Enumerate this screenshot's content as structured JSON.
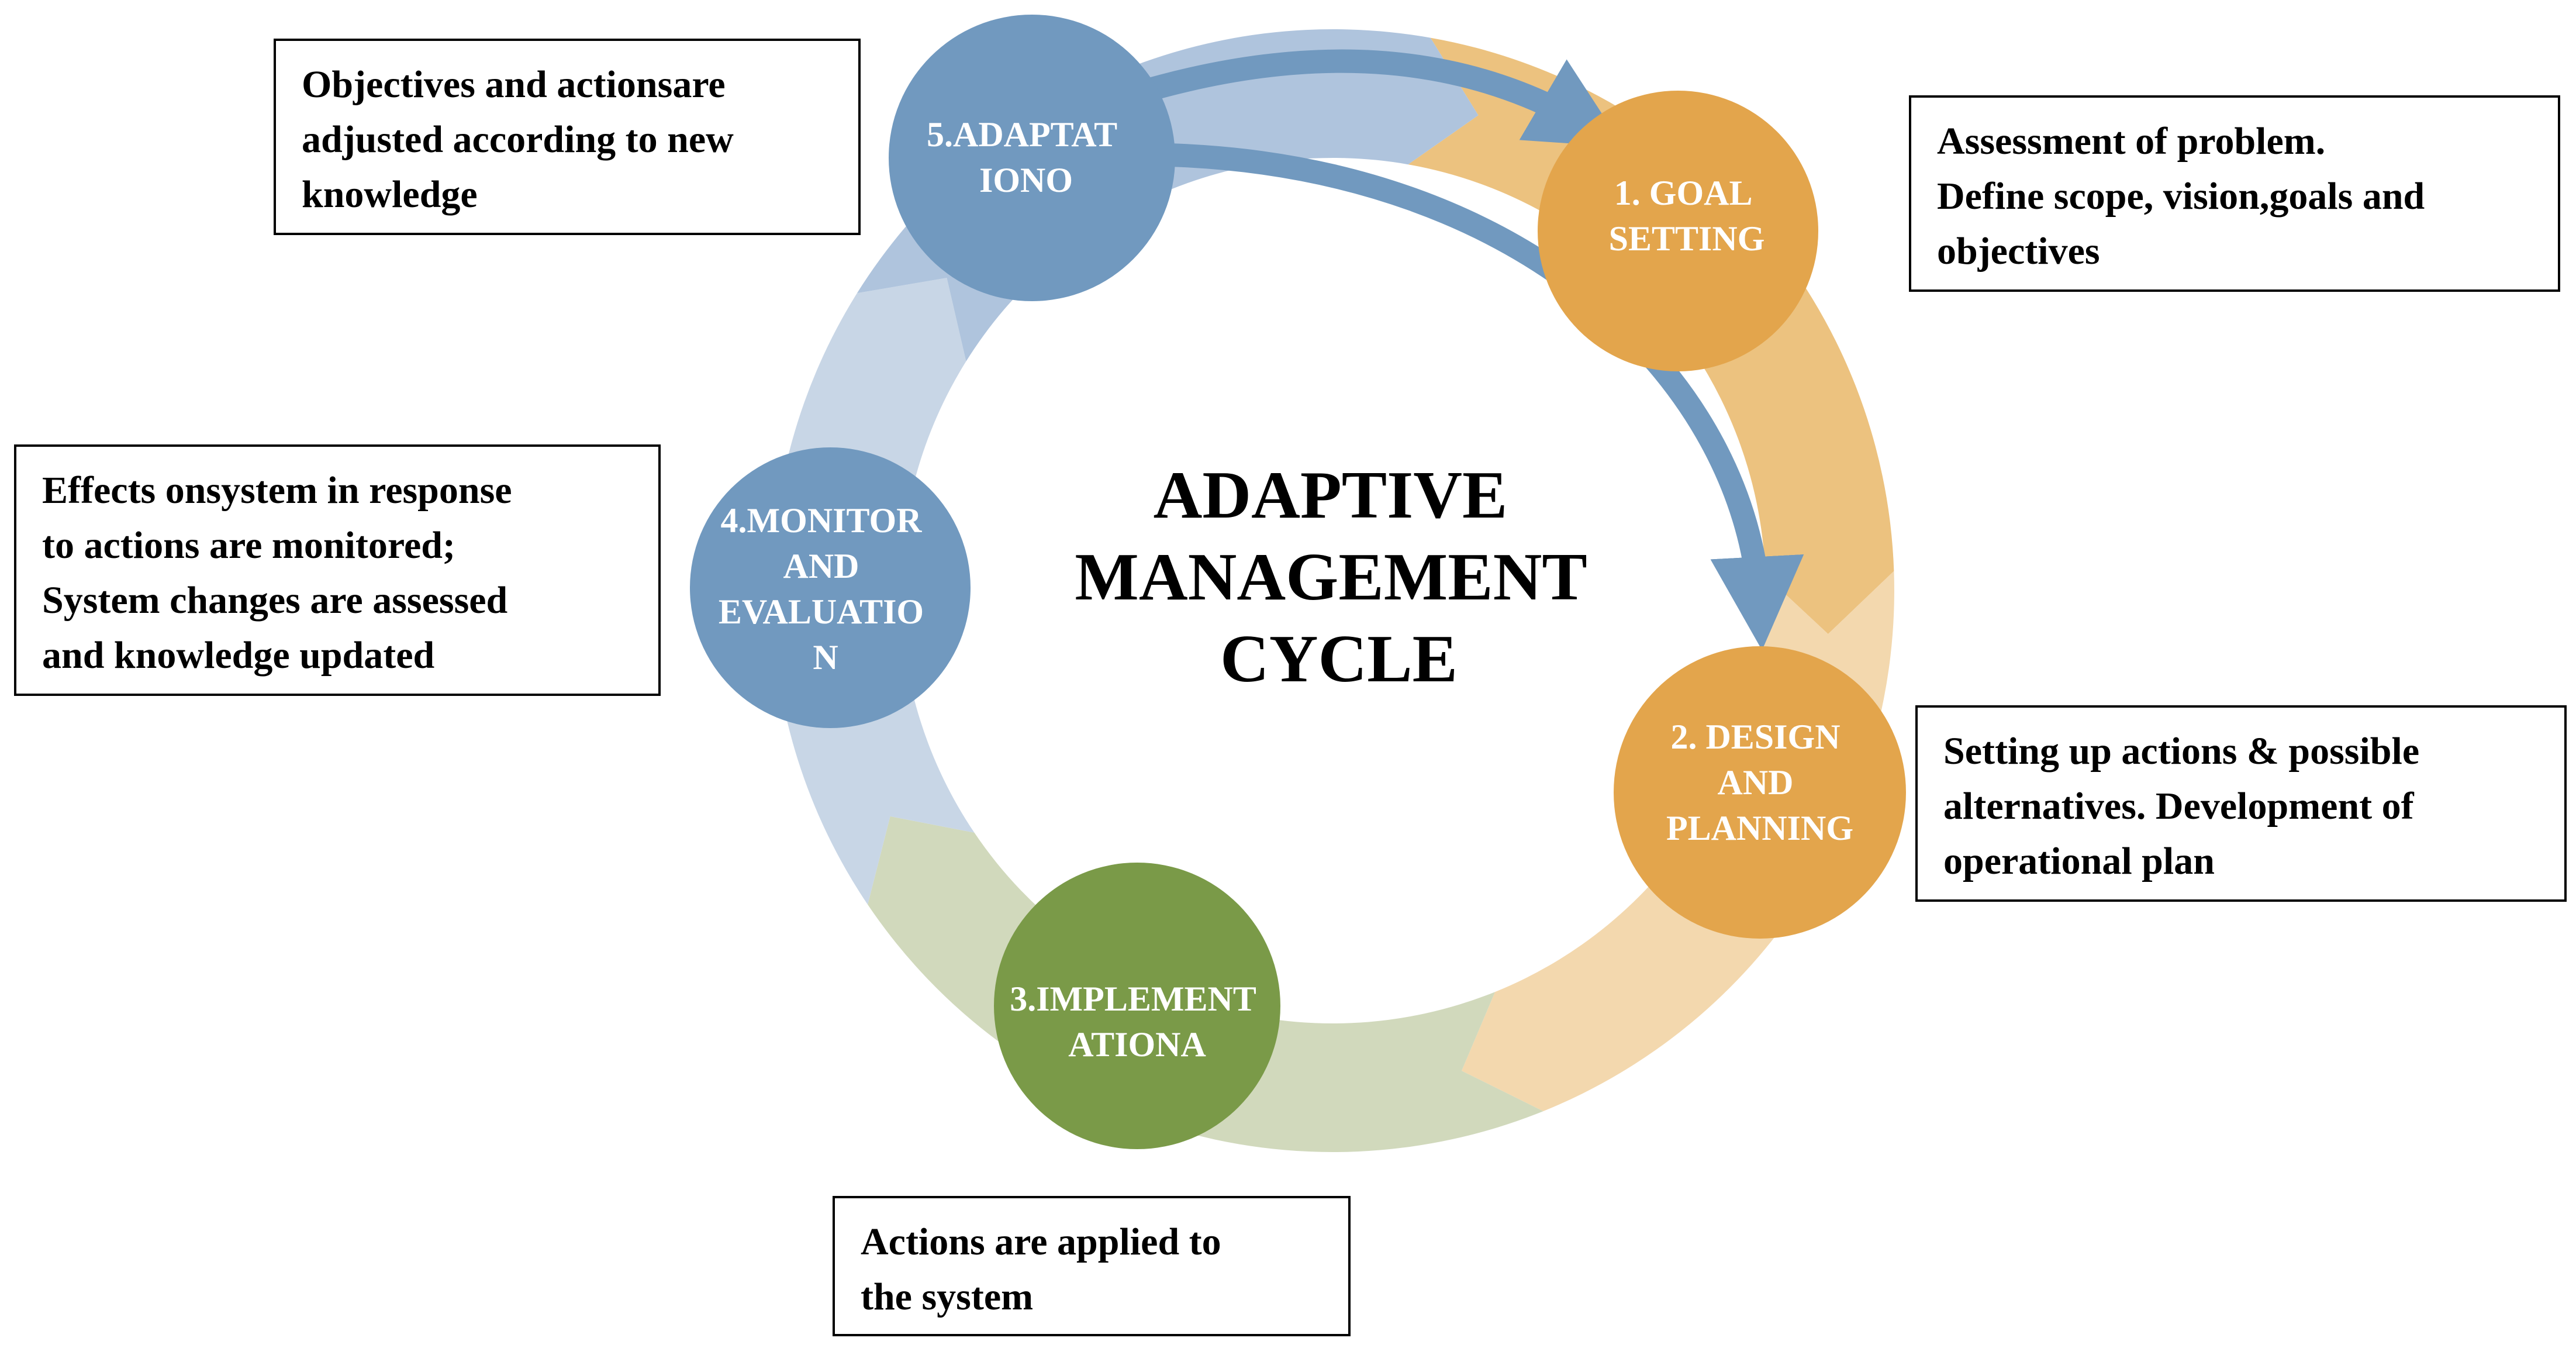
{
  "title": {
    "lines": [
      "ADAPTIVE",
      "MANAGEMENT",
      "CYCLE"
    ]
  },
  "stages": [
    {
      "id": "goal-setting",
      "label_lines": [
        "1. GOAL",
        "SETTING"
      ],
      "color": "#E3A54C",
      "arc_color": "#ECC27F",
      "description_lines": [
        "Assessment of problem.",
        "Define scope, vision,goals and",
        "objectives"
      ]
    },
    {
      "id": "design-planning",
      "label_lines": [
        "2. DESIGN",
        "AND",
        "PLANNING"
      ],
      "color": "#E3A54C",
      "arc_color": "#F3D8AE",
      "description_lines": [
        "Setting up actions & possible",
        "alternatives. Development of",
        "operational plan"
      ]
    },
    {
      "id": "implementation",
      "label_lines": [
        "3.IMPLEMENT",
        "ATIONA"
      ],
      "color": "#7A9A48",
      "arc_color": "#D1D9BC",
      "description_lines": [
        "Actions are applied to",
        "the system"
      ]
    },
    {
      "id": "monitor-evaluation",
      "label_lines": [
        "4.MONITOR",
        "AND",
        "EVALUATIO",
        "N"
      ],
      "color": "#7199BF",
      "arc_color": "#C8D6E6",
      "description_lines": [
        "Effects onsystem in response",
        "to actions are monitored;",
        "System changes are assessed",
        "and knowledge updated"
      ]
    },
    {
      "id": "adaptation",
      "label_lines": [
        "5.ADAPTAT",
        "IONO"
      ],
      "color": "#7199BF",
      "arc_color": "#AFC4DD",
      "description_lines": [
        "Objectives and actionsare",
        "adjusted according to new",
        "knowledge"
      ]
    }
  ],
  "arrow_color": "#7199BF"
}
